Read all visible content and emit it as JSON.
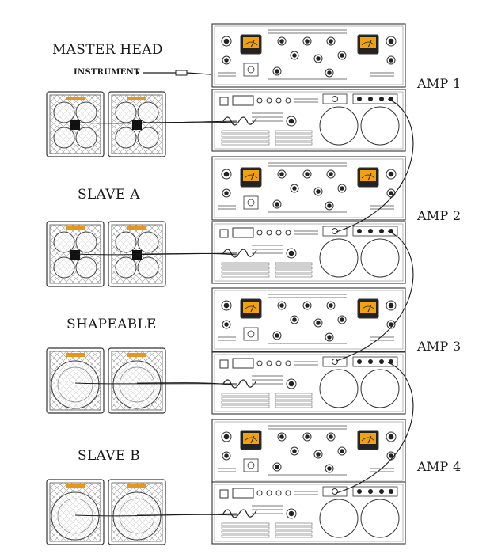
{
  "labels": {
    "master_head": "MASTER HEAD",
    "instrument": "INSTRUMENT",
    "slave_a": "SLAVE A",
    "shapeable": "SHAPEABLE",
    "slave_b": "SLAVE B",
    "amp1": "AMP 1",
    "amp2": "AMP 2",
    "amp3": "AMP 3",
    "amp4": "AMP 4"
  },
  "colors": {
    "meter": "#f2a20c",
    "logo": "#e8951a",
    "line": "#1a1a1a"
  }
}
